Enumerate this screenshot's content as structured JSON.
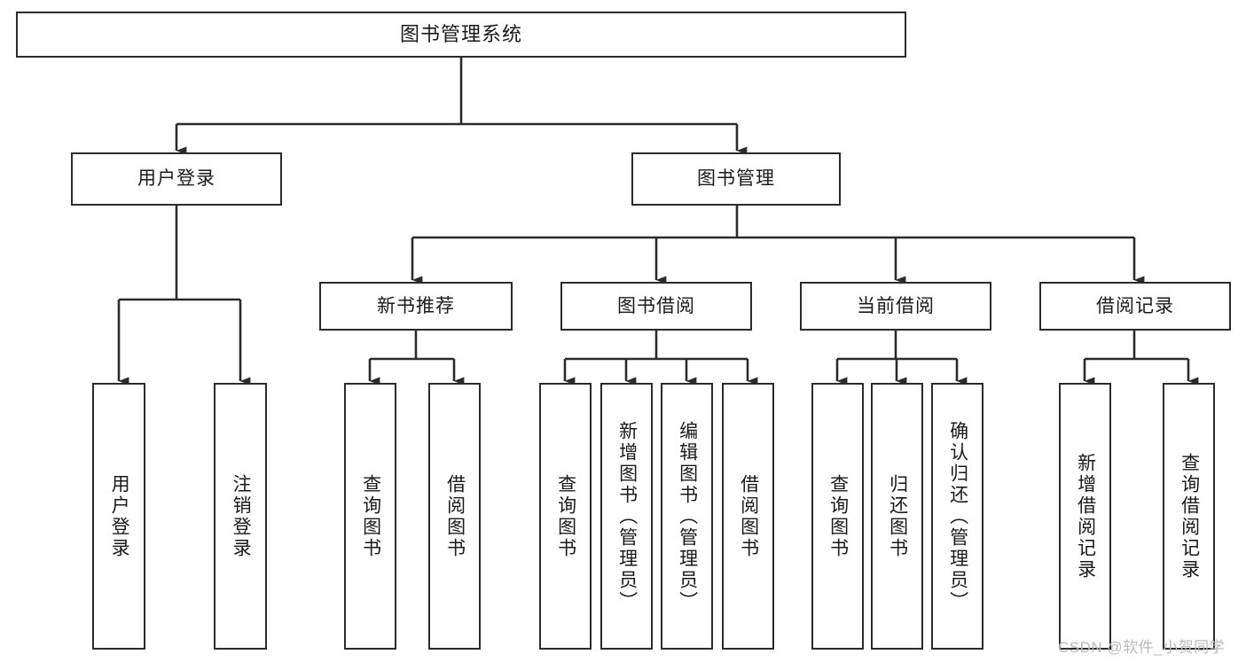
{
  "diagram": {
    "title": "图书管理系统",
    "type": "功能结构图",
    "line_color": "#2b2b2b",
    "box_fill": "#ffffff",
    "text_color": "#1a1a1a"
  },
  "root": {
    "label": "图书管理系统"
  },
  "level2": [
    {
      "label": "用户登录"
    },
    {
      "label": "图书管理"
    }
  ],
  "level3": [
    {
      "label": "新书推荐"
    },
    {
      "label": "图书借阅"
    },
    {
      "label": "当前借阅"
    },
    {
      "label": "借阅记录"
    }
  ],
  "leaves": {
    "user_login": [
      {
        "label": "用户登录"
      },
      {
        "label": "注销登录"
      }
    ],
    "new_book": [
      {
        "label": "查询图书"
      },
      {
        "label": "借阅图书"
      }
    ],
    "borrow_book": [
      {
        "label": "查询图书"
      },
      {
        "label": "新增图书（管理员）"
      },
      {
        "label": "编辑图书（管理员）"
      },
      {
        "label": "借阅图书"
      }
    ],
    "current_borrow": [
      {
        "label": "查询图书"
      },
      {
        "label": "归还图书"
      },
      {
        "label": "确认归还（管理员）"
      }
    ],
    "borrow_record": [
      {
        "label": "新增借阅记录"
      },
      {
        "label": "查询借阅记录"
      }
    ]
  },
  "watermark": {
    "text": "CSDN @软件_小贺同学",
    "color": "#b9b9b9"
  }
}
